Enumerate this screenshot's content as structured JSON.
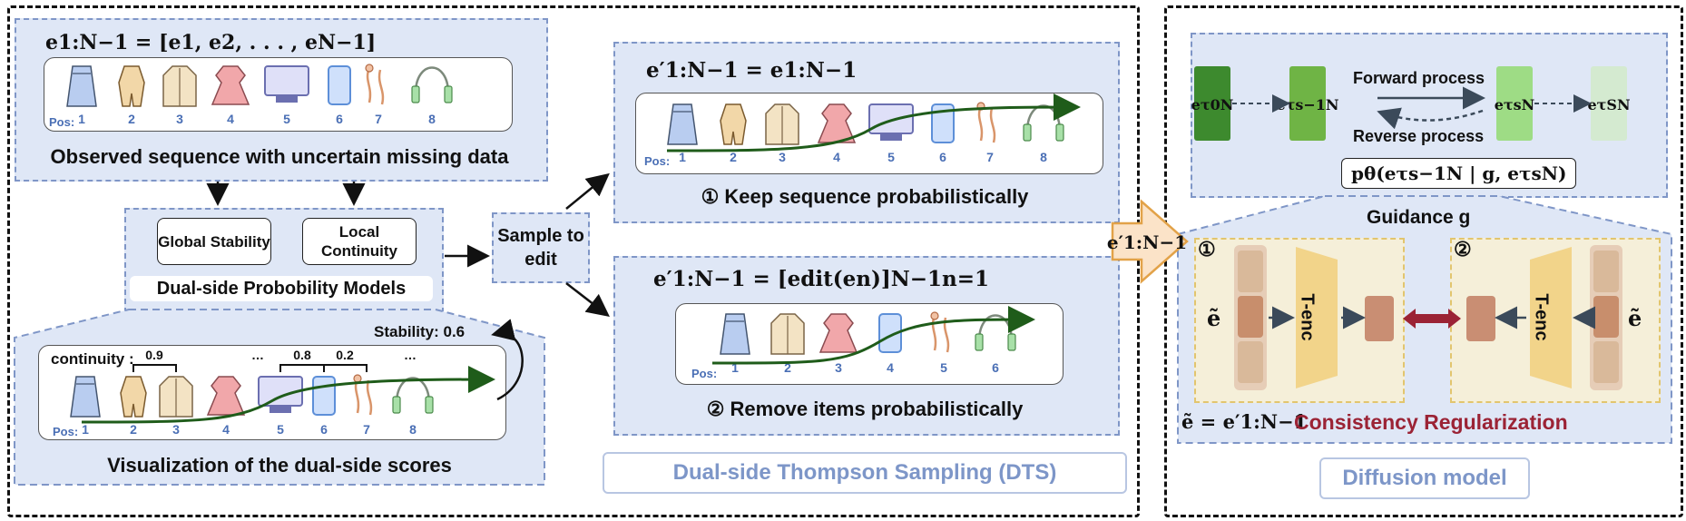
{
  "left": {
    "seq_formula": "e1:N−1 = [e1, e2, . . . , eN−1]",
    "observed_caption": "Observed sequence with uncertain missing data",
    "observed_positions": [
      "1",
      "2",
      "3",
      "4",
      "5",
      "6",
      "7",
      "8"
    ],
    "pos_label": "Pos:",
    "global_stability": "Global Stability",
    "local_continuity": "Local Continuity",
    "model_caption": "Dual-side Probobility Models",
    "sample_to_edit": "Sample to edit",
    "vis": {
      "continuity_label": "continuity :",
      "scores": [
        "0.9",
        "…",
        "0.8",
        "0.2",
        "…"
      ],
      "stability_label": "Stability: 0.6",
      "positions": [
        "1",
        "2",
        "3",
        "4",
        "5",
        "6",
        "7",
        "8"
      ],
      "caption": "Visualization of the dual-side scores"
    }
  },
  "middle": {
    "keep_formula": "e′1:N−1 = e1:N−1",
    "keep_positions": [
      "1",
      "2",
      "3",
      "4",
      "5",
      "6",
      "7",
      "8"
    ],
    "keep_caption": "① Keep sequence probabilistically",
    "remove_formula": "e′1:N−1 = [edit(en)]N−1n=1",
    "remove_positions": [
      "1",
      "2",
      "3",
      "4",
      "5",
      "6"
    ],
    "remove_caption": "② Remove items probabilistically",
    "title": "Dual-side Thompson Sampling (DTS)"
  },
  "arrow_label": "e′1:N−1",
  "right": {
    "forward": "Forward process",
    "reverse": "Reverse process",
    "posterior": "pθ(eτs−1N | g, eτsN)",
    "guidance": "Guidance g",
    "enc1_num": "①",
    "enc2_num": "②",
    "tenc": "T-enc",
    "g": "g",
    "etilde": "ẽ",
    "consistency_formula": "ẽ = e′1:N−1",
    "consistency_label": "Consistency Regularization",
    "title": "Diffusion model",
    "nodes": [
      "eτ0N",
      "eτs−1N",
      "eτsN",
      "eτSN"
    ]
  },
  "colors": {
    "panel_bg": "#dfe7f6",
    "panel_border": "#7f96c7",
    "trajectory": "#1f5c1a",
    "consistency": "#9b2335",
    "node_dark": "#3d8a2e",
    "node_mid": "#6fb445",
    "node_light": "#9edc85",
    "node_pale": "#d4ead0"
  }
}
